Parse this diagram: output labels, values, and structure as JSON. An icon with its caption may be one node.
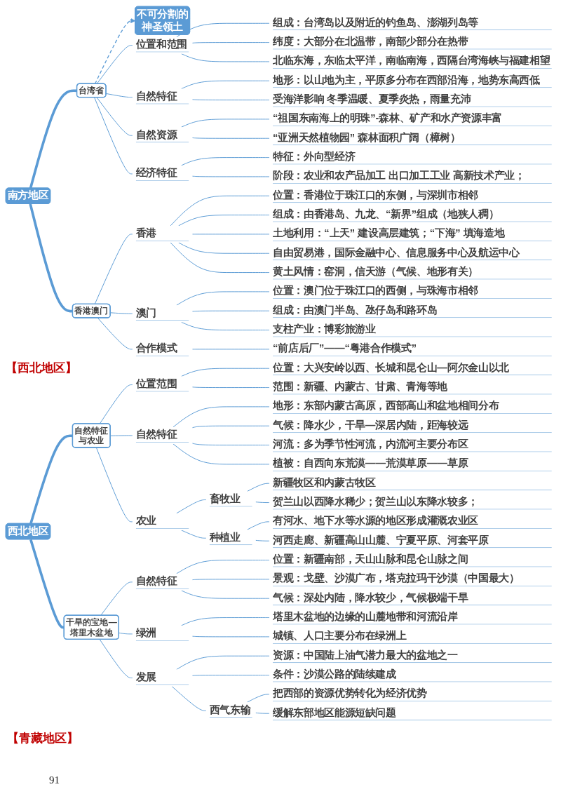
{
  "diagram": {
    "nodes": [
      {
        "text": [
          "南方地区"
        ]
      },
      {
        "text": [
          "台湾省"
        ]
      },
      {
        "text": [
          "不可分割的神圣领土"
        ]
      },
      {
        "text": [
          "位置和范围"
        ]
      },
      {
        "text": [
          "组成：台湾岛以及附近的钓鱼岛、澎湖列岛等"
        ]
      },
      {
        "text": [
          "纬度：大部分在北温带，南部少部分在热带"
        ]
      },
      {
        "text": [
          "北临东海，东临太平洋，南临南海，西隔台湾海峡与福建相望"
        ]
      },
      {
        "text": [
          "自然特征"
        ]
      },
      {
        "text": [
          "地形：以山地为主，平原多分布在西部沿海，地势东高西低"
        ]
      },
      {
        "text": [
          "受海洋影响 冬季温暖、夏季炎热，雨量充沛"
        ]
      },
      {
        "text": [
          "自然资源"
        ]
      },
      {
        "text": [
          "“祖国东南海上的明珠”-森林、矿产和水产资源丰富"
        ]
      },
      {
        "text": [
          "“亚洲天然植物园” 森林面积广阔（樟树）"
        ]
      },
      {
        "text": [
          "经济特征"
        ]
      },
      {
        "text": [
          "特征：外向型经济"
        ]
      },
      {
        "text": [
          "阶段：农业和农产品加工 出口加工工业 高新技术产业；"
        ]
      },
      {
        "text": [
          "香港澳门"
        ]
      },
      {
        "text": [
          "香港"
        ]
      },
      {
        "text": [
          "位置：香港位于珠江口的东侧，与深圳市相邻"
        ]
      },
      {
        "text": [
          "组成：由香港岛、九龙、“新界”组成（地狭人稠）"
        ]
      },
      {
        "text": [
          "土地利用：“上天” 建设高层建筑；“下海” 填海造地"
        ]
      },
      {
        "text": [
          "自由贸易港，国际金融中心、信息服务中心及航运中心"
        ]
      },
      {
        "text": [
          "黄土风情：窑洞，信天游（气候、地形有关）"
        ]
      },
      {
        "text": [
          "澳门"
        ]
      },
      {
        "text": [
          "位置：澳门位于珠江口的西侧，与珠海市相邻"
        ]
      },
      {
        "text": [
          "组成：由澳门半岛、氹仔岛和路环岛"
        ]
      },
      {
        "text": [
          "支柱产业：博彩旅游业"
        ]
      },
      {
        "text": [
          "合作模式"
        ]
      },
      {
        "text": [
          "“前店后厂”——“粤港合作模式”"
        ]
      },
      {
        "text": [
          "西北地区"
        ]
      },
      {
        "text": [
          "自然特征与农业"
        ]
      },
      {
        "text": [
          "位置范围"
        ]
      },
      {
        "text": [
          "位置：大兴安岭以西、长城和昆仑山—阿尔金山以北"
        ]
      },
      {
        "text": [
          "范围：新疆、内蒙古、甘肃、青海等地"
        ]
      },
      {
        "text": [
          "自然特征"
        ]
      },
      {
        "text": [
          "地形：东部内蒙古高原，西部高山和盆地相间分布"
        ]
      },
      {
        "text": [
          "气候：降水少，干旱—深居内陆，距海较远"
        ]
      },
      {
        "text": [
          "河流：多为季节性河流，内流河主要分布区"
        ]
      },
      {
        "text": [
          "植被：自西向东荒漠——荒漠草原——草原"
        ]
      },
      {
        "text": [
          "农业"
        ]
      },
      {
        "text": [
          "畜牧业"
        ]
      },
      {
        "text": [
          "新疆牧区和内蒙古牧区"
        ]
      },
      {
        "text": [
          "贺兰山以西降水稀少；贺兰山以东降水较多；"
        ]
      },
      {
        "text": [
          "种植业"
        ]
      },
      {
        "text": [
          "有河水、地下水等水源的地区形成灌溉农业区"
        ]
      },
      {
        "text": [
          "河西走廊、新疆高山山麓、宁夏平原、河套平原"
        ]
      },
      {
        "text": [
          "干旱的宝地—塔里木盆地"
        ]
      },
      {
        "text": [
          "自然特征"
        ]
      },
      {
        "text": [
          "位置：新疆南部，天山山脉和昆仑山脉之间"
        ]
      },
      {
        "text": [
          "景观：戈壁、沙漠广布，塔克拉玛干沙漠（中国最大）"
        ]
      },
      {
        "text": [
          "气候：深处内陆，降水较少，气候极端干旱"
        ]
      },
      {
        "text": [
          "绿洲"
        ]
      },
      {
        "text": [
          "塔里木盆地的边缘的山麓地带和河流沿岸"
        ]
      },
      {
        "text": [
          "城镇、人口主要分布在绿洲上"
        ]
      },
      {
        "text": [
          "发展"
        ]
      },
      {
        "text": [
          "资源：中国陆上油气潜力最大的盆地之一"
        ]
      },
      {
        "text": [
          "条件：沙漠公路的陆续建成"
        ]
      },
      {
        "text": [
          "西气东输"
        ]
      },
      {
        "text": [
          "把西部的资源优势转化为经济优势"
        ]
      },
      {
        "text": [
          "缓解东部地区能源短缺问题"
        ]
      }
    ],
    "edges": [
      {
        "from": 0,
        "to": 1,
        "arrow": "none",
        "style": "thick"
      },
      {
        "from": 1,
        "to": 2,
        "arrow": "to",
        "style": "dashed"
      },
      {
        "from": 1,
        "to": 3,
        "arrow": "none"
      },
      {
        "from": 3,
        "to": 4,
        "arrow": "none"
      },
      {
        "from": 3,
        "to": 5,
        "arrow": "none"
      },
      {
        "from": 3,
        "to": 6,
        "arrow": "none"
      },
      {
        "from": 1,
        "to": 7,
        "arrow": "none"
      },
      {
        "from": 7,
        "to": 8,
        "arrow": "none"
      },
      {
        "from": 7,
        "to": 9,
        "arrow": "none"
      },
      {
        "from": 1,
        "to": 10,
        "arrow": "none"
      },
      {
        "from": 10,
        "to": 11,
        "arrow": "none"
      },
      {
        "from": 10,
        "to": 12,
        "arrow": "none"
      },
      {
        "from": 1,
        "to": 13,
        "arrow": "none"
      },
      {
        "from": 13,
        "to": 14,
        "arrow": "none"
      },
      {
        "from": 13,
        "to": 15,
        "arrow": "none"
      },
      {
        "from": 0,
        "to": 16,
        "arrow": "none",
        "style": "thick"
      },
      {
        "from": 16,
        "to": 17,
        "arrow": "none"
      },
      {
        "from": 17,
        "to": 18,
        "arrow": "none"
      },
      {
        "from": 17,
        "to": 19,
        "arrow": "none"
      },
      {
        "from": 17,
        "to": 20,
        "arrow": "none"
      },
      {
        "from": 17,
        "to": 21,
        "arrow": "none"
      },
      {
        "from": 17,
        "to": 22,
        "arrow": "none"
      },
      {
        "from": 16,
        "to": 23,
        "arrow": "none"
      },
      {
        "from": 23,
        "to": 24,
        "arrow": "none"
      },
      {
        "from": 23,
        "to": 25,
        "arrow": "none"
      },
      {
        "from": 23,
        "to": 26,
        "arrow": "none"
      },
      {
        "from": 16,
        "to": 27,
        "arrow": "none"
      },
      {
        "from": 27,
        "to": 28,
        "arrow": "none"
      },
      {
        "from": 29,
        "to": 30,
        "arrow": "none",
        "style": "thick"
      },
      {
        "from": 30,
        "to": 31,
        "arrow": "none"
      },
      {
        "from": 31,
        "to": 32,
        "arrow": "none"
      },
      {
        "from": 31,
        "to": 33,
        "arrow": "none"
      },
      {
        "from": 30,
        "to": 34,
        "arrow": "none"
      },
      {
        "from": 34,
        "to": 35,
        "arrow": "none"
      },
      {
        "from": 34,
        "to": 36,
        "arrow": "none"
      },
      {
        "from": 34,
        "to": 37,
        "arrow": "none"
      },
      {
        "from": 34,
        "to": 38,
        "arrow": "none"
      },
      {
        "from": 30,
        "to": 39,
        "arrow": "none"
      },
      {
        "from": 39,
        "to": 40,
        "arrow": "none"
      },
      {
        "from": 40,
        "to": 41,
        "arrow": "none"
      },
      {
        "from": 40,
        "to": 42,
        "arrow": "none"
      },
      {
        "from": 39,
        "to": 43,
        "arrow": "none"
      },
      {
        "from": 43,
        "to": 44,
        "arrow": "none"
      },
      {
        "from": 43,
        "to": 45,
        "arrow": "none"
      },
      {
        "from": 29,
        "to": 46,
        "arrow": "none",
        "style": "thick"
      },
      {
        "from": 46,
        "to": 47,
        "arrow": "none"
      },
      {
        "from": 47,
        "to": 48,
        "arrow": "none"
      },
      {
        "from": 47,
        "to": 49,
        "arrow": "none"
      },
      {
        "from": 47,
        "to": 50,
        "arrow": "none"
      },
      {
        "from": 46,
        "to": 51,
        "arrow": "none"
      },
      {
        "from": 51,
        "to": 52,
        "arrow": "none"
      },
      {
        "from": 51,
        "to": 53,
        "arrow": "none"
      },
      {
        "from": 46,
        "to": 54,
        "arrow": "none"
      },
      {
        "from": 54,
        "to": 55,
        "arrow": "none"
      },
      {
        "from": 54,
        "to": 56,
        "arrow": "none"
      },
      {
        "from": 54,
        "to": 57,
        "arrow": "none"
      },
      {
        "from": 57,
        "to": 58,
        "arrow": "none"
      },
      {
        "from": 57,
        "to": 59,
        "arrow": "none"
      }
    ],
    "labels": [
      "【西北地区】",
      "【青藏地区】",
      "91"
    ]
  }
}
